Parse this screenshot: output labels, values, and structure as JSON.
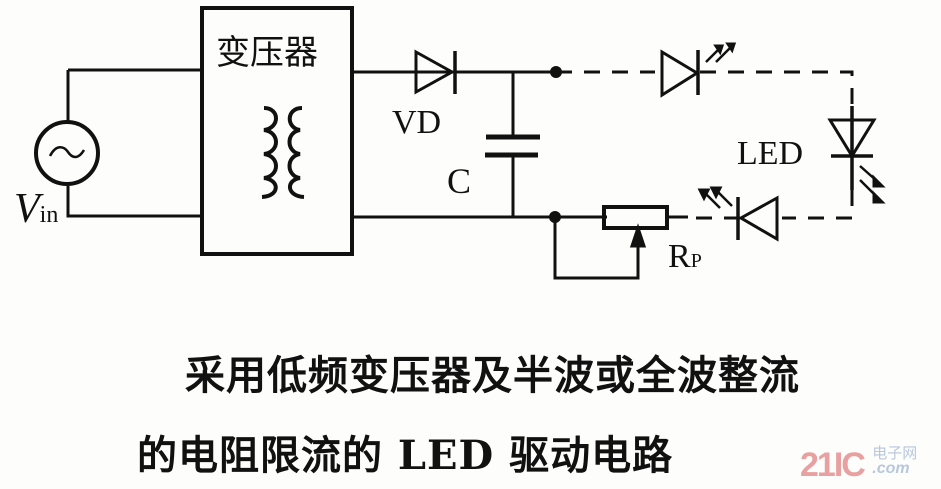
{
  "diagram": {
    "transformer_label": "变压器",
    "source_label_main": "V",
    "source_label_sub": "in",
    "diode_label": "VD",
    "capacitor_label": "C",
    "led_label": "LED",
    "pot_label_main": "R",
    "pot_label_sub": "P"
  },
  "caption": {
    "line1": "采用低频变压器及半波或全波整流",
    "line2": "的电阻限流的 LED 驱动电路"
  },
  "watermark": {
    "brand": "21IC",
    "site_cn": "电子网",
    "site_en": ".com",
    "color": "#e8a0a0"
  }
}
